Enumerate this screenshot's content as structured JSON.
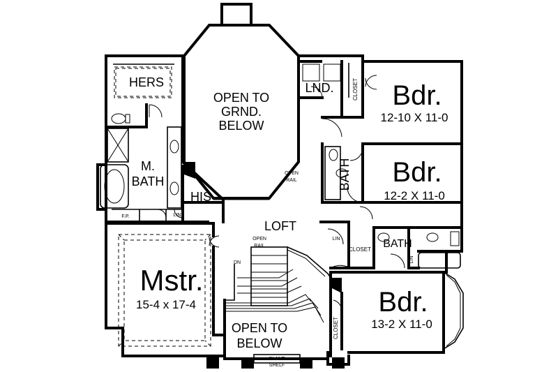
{
  "rooms": {
    "hers": "HERS",
    "open_grnd_1": "OPEN TO",
    "open_grnd_2": "GRND.",
    "open_grnd_3": "BELOW",
    "lnd": "LND.",
    "closet_lnd": "CLOSET",
    "bdr1_name": "Bdr.",
    "bdr1_dim": "12-10 X 11-0",
    "bdr2_name": "Bdr.",
    "bdr2_dim": "12-2 X 11-0",
    "bath_v": "BATH",
    "m_bath_1": "M.",
    "m_bath_2": "BATH",
    "his": "HIS",
    "lin_1": "LIN",
    "fp": "F.P.",
    "loft": "LOFT",
    "open_rail_1a": "OPEN",
    "open_rail_1b": "RAIL",
    "open_rail_2a": "OPEN",
    "open_rail_2b": "RAIL",
    "dn": "DN",
    "lin_2": "LIN",
    "closet_hall": "CLOSET",
    "bath_2": "BATH",
    "lin_3": "LIN",
    "mstr_name": "Mstr.",
    "mstr_dim": "15-4 x 17-4",
    "bdr3_name": "Bdr.",
    "bdr3_dim": "13-2 X 11-0",
    "closet_bdr3": "CLOSET",
    "open_below_1": "OPEN TO",
    "open_below_2": "BELOW",
    "plant_1": "PLANT",
    "plant_2": "SHELF"
  }
}
